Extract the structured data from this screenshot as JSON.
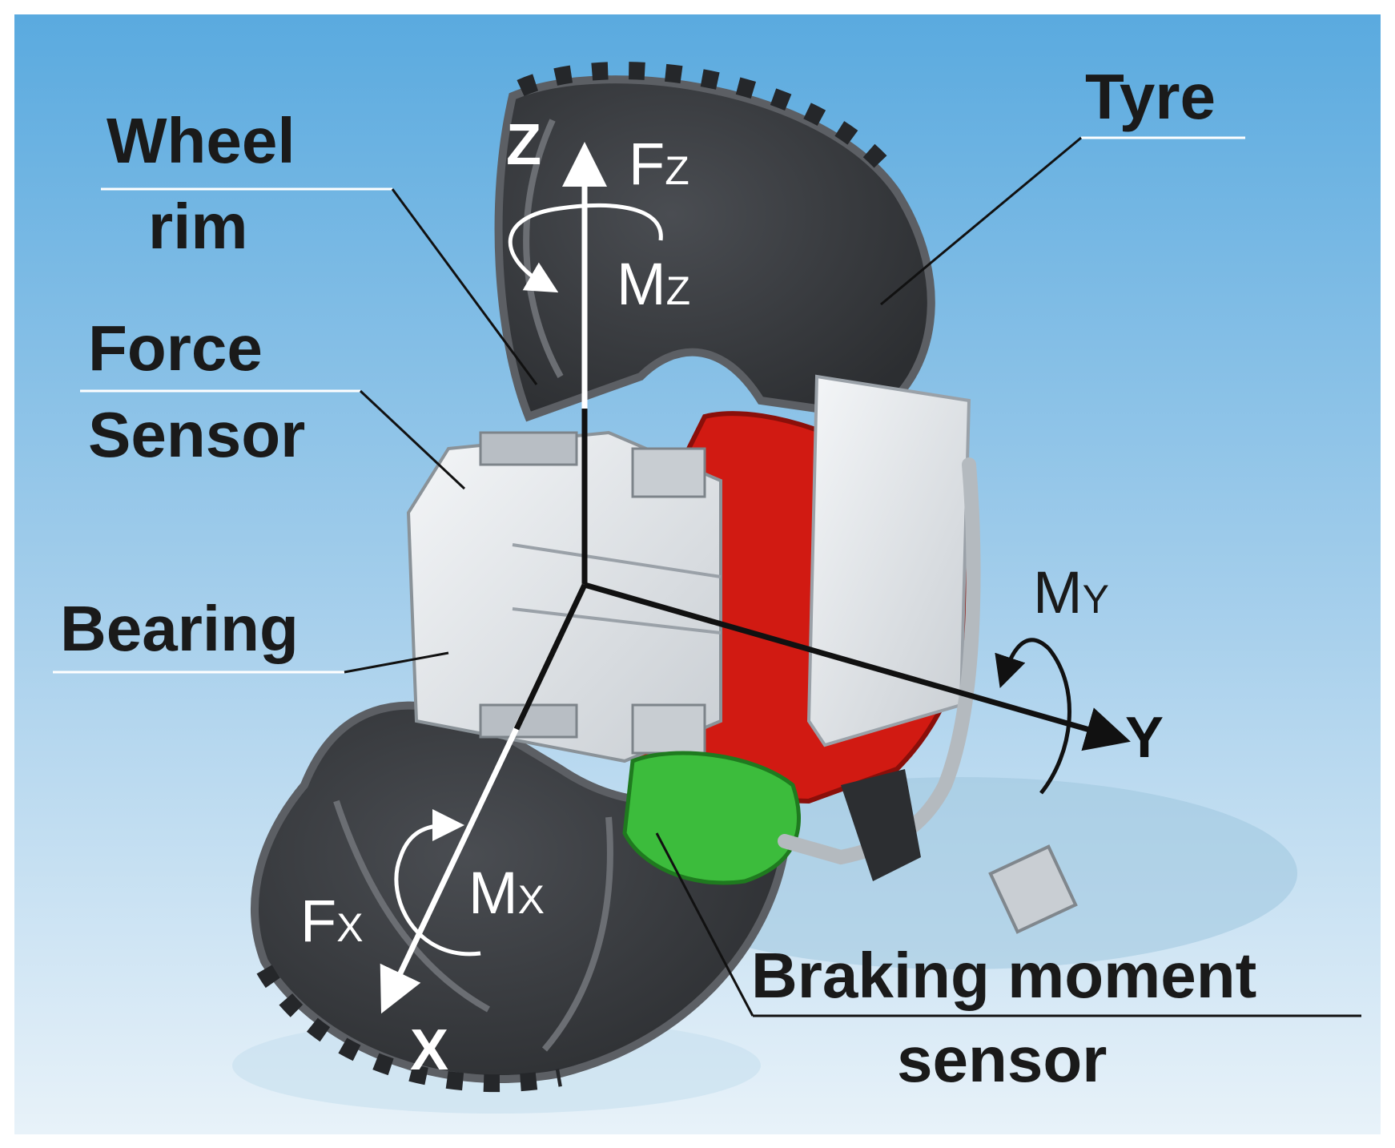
{
  "colors": {
    "background_top": "#5faee0",
    "background_bottom": "#e6f1f8",
    "tyre": "#3a3c40",
    "tyre_edge": "#5c5f64",
    "hub_red": "#d11a12",
    "sensor_green": "#3cbc3c",
    "hub_white": "#e8ecef",
    "label_text": "#1a1a1a",
    "axis_white": "#ffffff",
    "axis_black": "#111111"
  },
  "labels": {
    "tyre": "Tyre",
    "wheel_rim_line1": "Wheel",
    "wheel_rim_line2": "rim",
    "force_sensor_line1": "Force",
    "force_sensor_line2": "Sensor",
    "bearing": "Bearing",
    "braking_line1": "Braking moment",
    "braking_line2": "sensor"
  },
  "axes": {
    "z": "Z",
    "x": "X",
    "y": "Y",
    "fz": {
      "main": "F",
      "sub": "Z"
    },
    "mz": {
      "main": "M",
      "sub": "Z"
    },
    "my": {
      "main": "M",
      "sub": "Y"
    },
    "fx": {
      "main": "F",
      "sub": "X"
    },
    "mx": {
      "main": "M",
      "sub": "X"
    }
  }
}
